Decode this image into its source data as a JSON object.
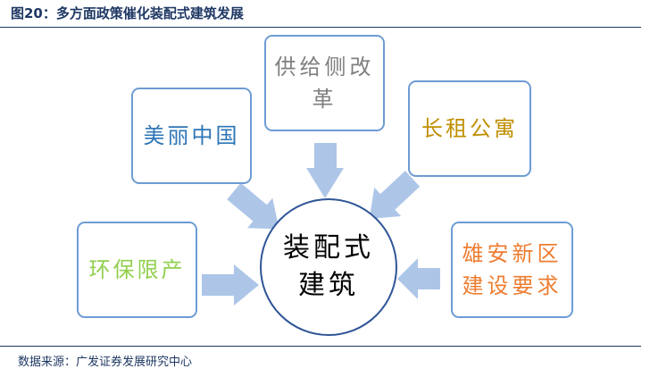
{
  "figure": {
    "title": "图20：多方面政策催化装配式建筑发展",
    "source": "数据来源：广发证券发展研究中心"
  },
  "center": {
    "line1": "装配式",
    "line2": "建筑"
  },
  "nodes": {
    "beautiful_china": "美丽中国",
    "supply_side_reform": {
      "line1": "供给侧改",
      "line2": "革"
    },
    "long_term_rental": "长租公寓",
    "environmental_limits": "环保限产",
    "xiongan": {
      "line1": "雄安新区",
      "line2": "建设要求"
    }
  },
  "colors": {
    "box_border": "#6d9cd4",
    "arrow_fill": "#adc6e8",
    "center_border": "#2f5597",
    "title": "#1f3864",
    "beautiful_china": "#2e75b6",
    "supply_side_reform": "#7f7f7f",
    "long_term_rental": "#bf8f00",
    "environmental_limits": "#92d050",
    "xiongan": "#ed7d31"
  }
}
